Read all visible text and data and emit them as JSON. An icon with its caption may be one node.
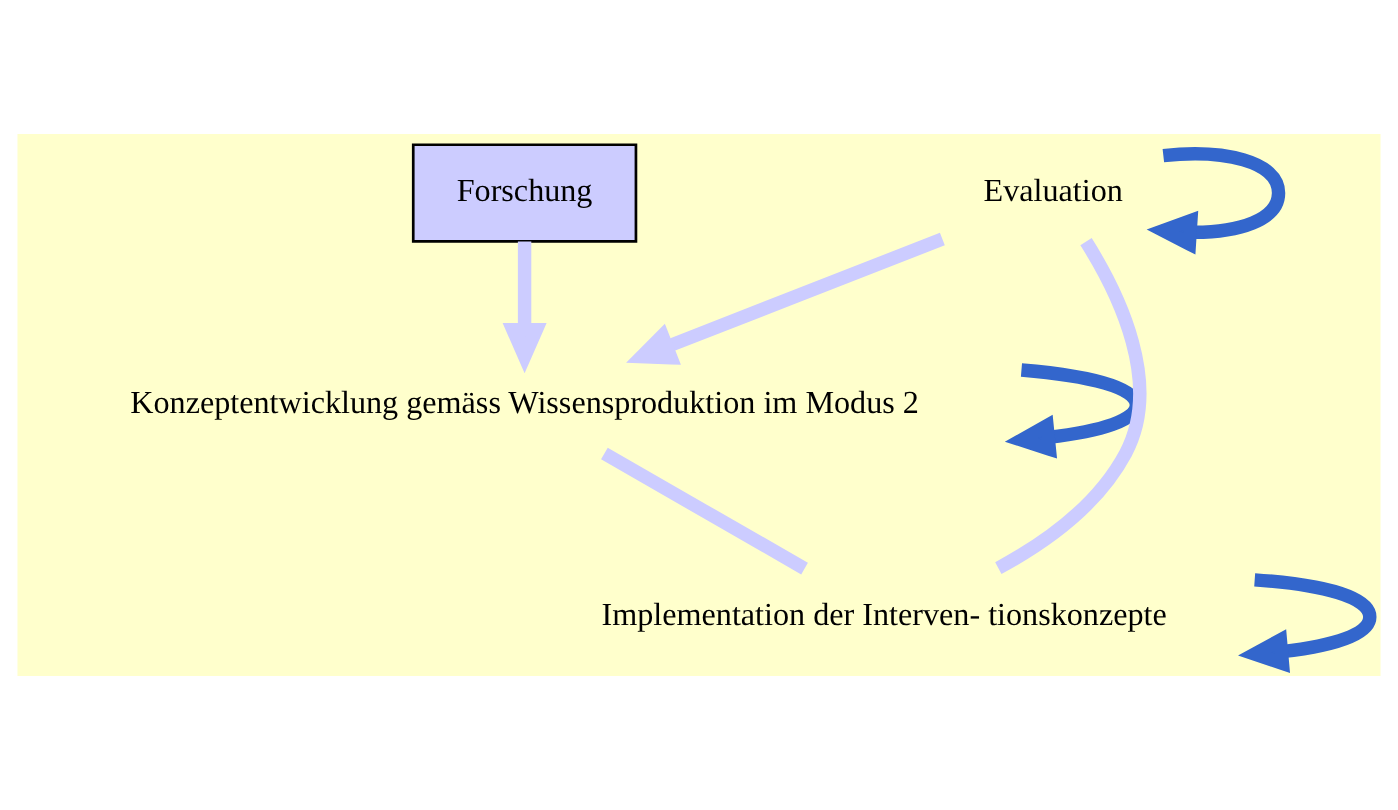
{
  "diagram": {
    "nodes": [
      {
        "text": [
          "Evaluation"
        ]
      },
      {
        "text": [
          "Forschung"
        ]
      },
      {
        "text": [
          "Konzeptentwicklung gemäss Wissensproduktion im Modus 2"
        ]
      },
      {
        "text": [
          "Implementation der Interven- tionskonzepte"
        ]
      }
    ],
    "edges": [
      {
        "from": 0,
        "to": 2,
        "arrow": "to"
      },
      {
        "from": 2,
        "to": 3,
        "arrow": "none"
      },
      {
        "from": 3,
        "to": 0,
        "arrow": "none"
      },
      {
        "from": 1,
        "to": 2,
        "arrow": "to"
      },
      {
        "from": 0,
        "to": 0,
        "arrow": "to",
        "color": "#3366cc"
      },
      {
        "from": 2,
        "to": 2,
        "arrow": "to",
        "color": "#3366cc"
      },
      {
        "from": 3,
        "to": 3,
        "arrow": "to",
        "color": "#3366cc"
      }
    ]
  }
}
